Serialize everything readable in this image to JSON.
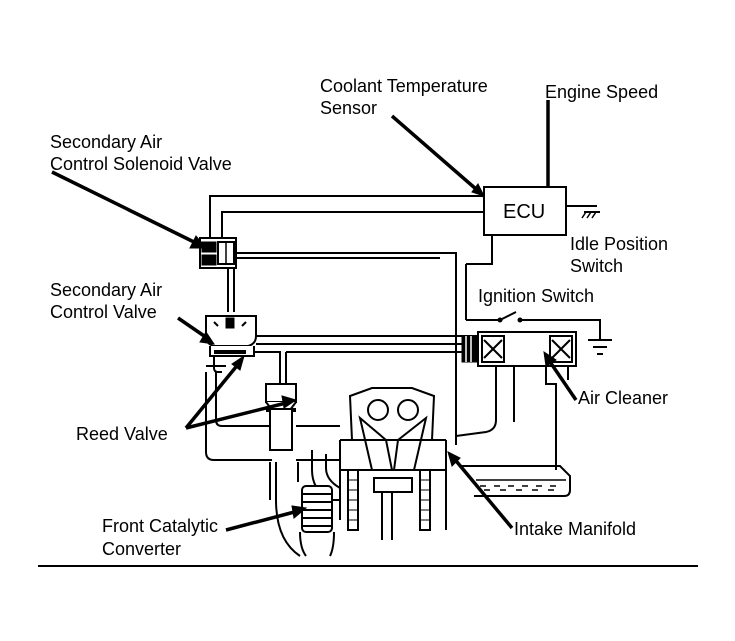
{
  "labels": {
    "coolant_sensor_line1": "Coolant Temperature",
    "coolant_sensor_line2": "Sensor",
    "engine_speed": "Engine Speed",
    "solenoid_line1": "Secondary Air",
    "solenoid_line2": "Control Solenoid Valve",
    "ecu": "ECU",
    "idle_switch_line1": "Idle Position",
    "idle_switch_line2": "Switch",
    "control_valve_line1": "Secondary Air",
    "control_valve_line2": "Control Valve",
    "ignition_switch": "Ignition Switch",
    "air_cleaner": "Air Cleaner",
    "reed_valve": "Reed Valve",
    "catalytic_line1": "Front Catalytic",
    "catalytic_line2": "Converter",
    "intake_manifold": "Intake Manifold"
  }
}
